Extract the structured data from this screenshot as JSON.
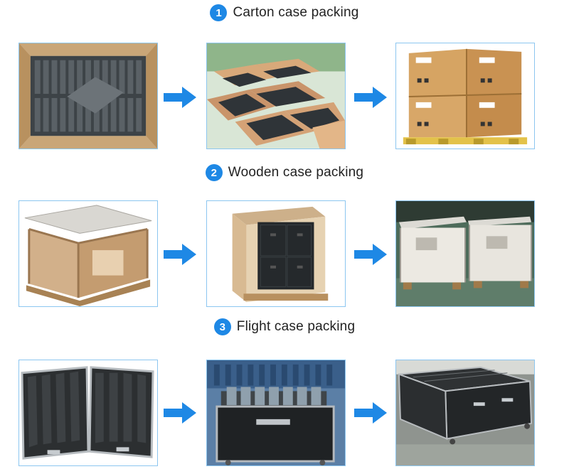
{
  "sections": [
    {
      "number": "1",
      "title": "Carton case packing"
    },
    {
      "number": "2",
      "title": "Wooden case packing"
    },
    {
      "number": "3",
      "title": "Flight case packing"
    }
  ],
  "colors": {
    "accent": "#1e88e5",
    "photo_border": "#8cc6f0",
    "arrow": "#1e88e5"
  }
}
